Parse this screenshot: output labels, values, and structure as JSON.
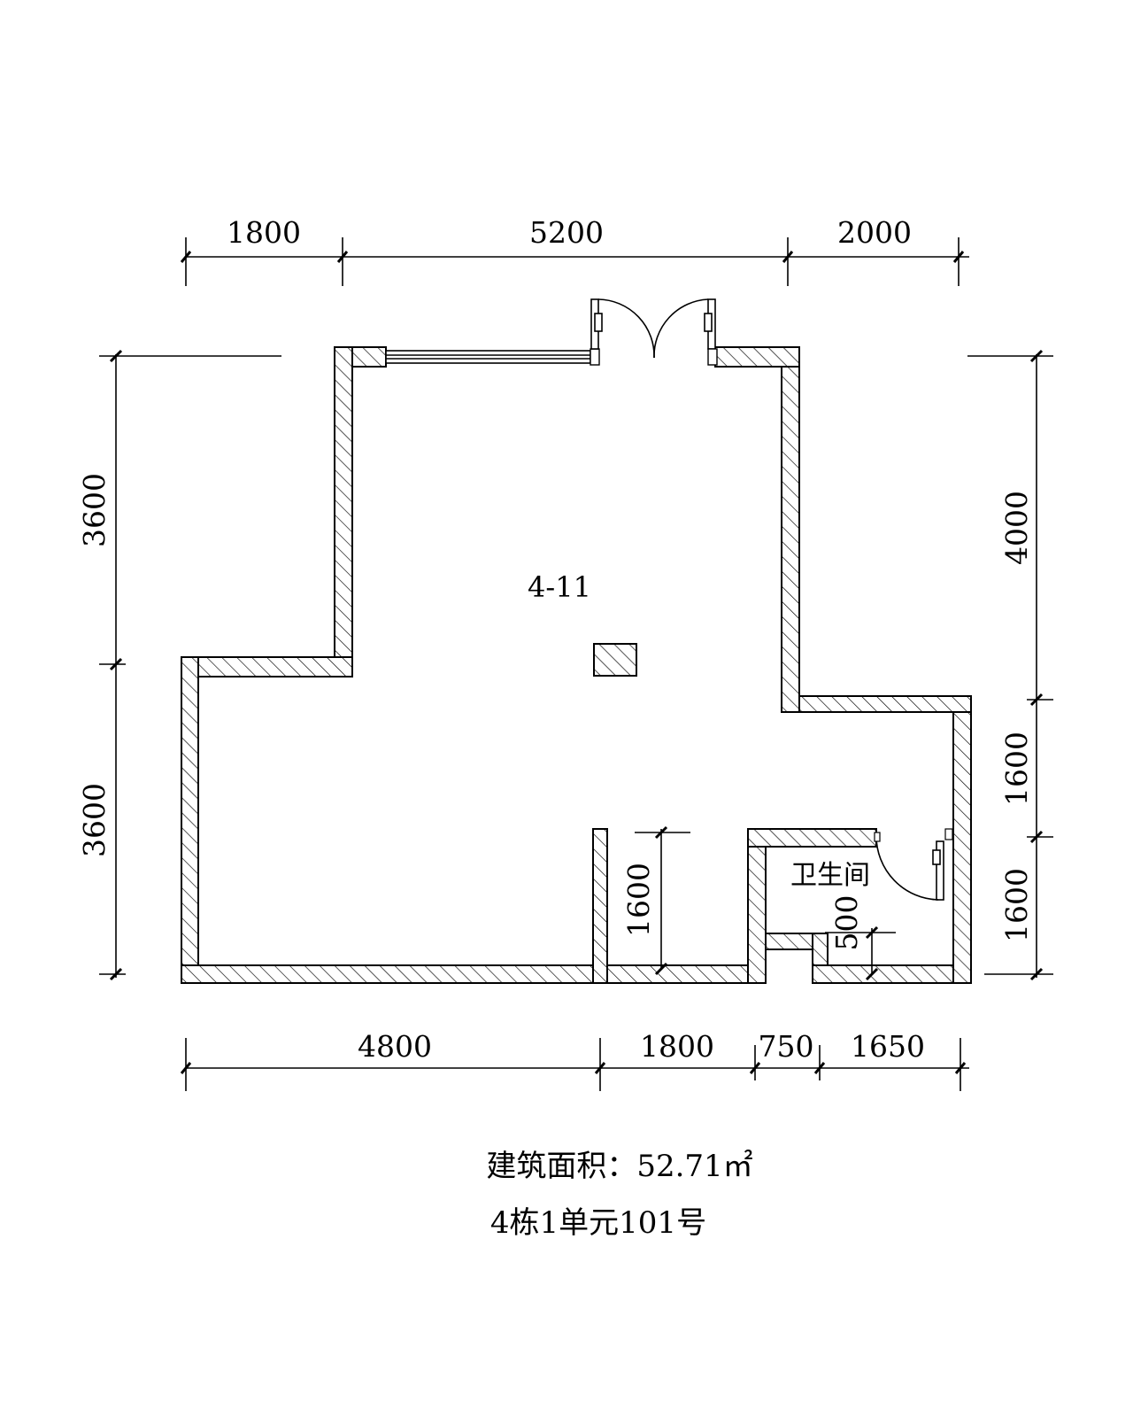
{
  "dimensions": {
    "top": [
      "1800",
      "5200",
      "2000"
    ],
    "bottom": [
      "4800",
      "1800",
      "750",
      "1650"
    ],
    "left": [
      "3600",
      "3600"
    ],
    "right": [
      "4000",
      "1600",
      "1600"
    ],
    "interior_partition": "1600",
    "interior_small": "500"
  },
  "rooms": {
    "unit_label": "4-11",
    "bathroom": "卫生间"
  },
  "captions": {
    "area": "建筑面积：52.71㎡",
    "address": "4栋1单元101号"
  }
}
